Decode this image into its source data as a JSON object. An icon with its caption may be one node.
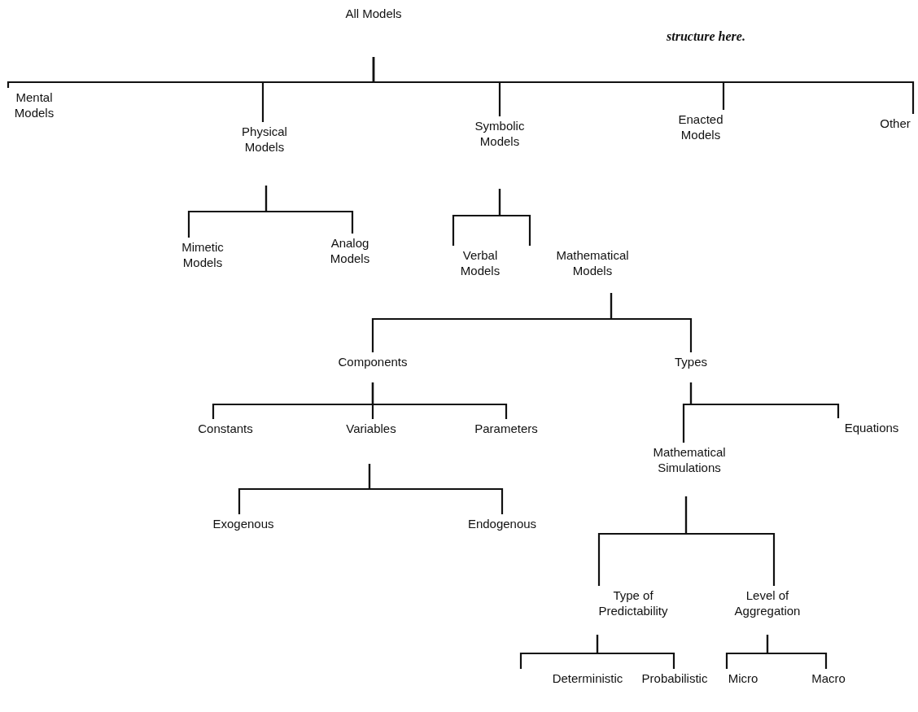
{
  "diagram": {
    "nodes": [
      {
        "text": [
          "All Models"
        ]
      },
      {
        "text": [
          "Mental Models"
        ]
      },
      {
        "text": [
          "Physical Models"
        ]
      },
      {
        "text": [
          "Symbolic Models"
        ]
      },
      {
        "text": [
          "Enacted Models"
        ]
      },
      {
        "text": [
          "Other"
        ]
      },
      {
        "text": [
          "Mimetic Models"
        ]
      },
      {
        "text": [
          "Analog Models"
        ]
      },
      {
        "text": [
          "Verbal Models"
        ]
      },
      {
        "text": [
          "Mathematical Models"
        ]
      },
      {
        "text": [
          "Components"
        ]
      },
      {
        "text": [
          "Types"
        ]
      },
      {
        "text": [
          "Constants"
        ]
      },
      {
        "text": [
          "Variables"
        ]
      },
      {
        "text": [
          "Parameters"
        ]
      },
      {
        "text": [
          "Exogenous"
        ]
      },
      {
        "text": [
          "Endogenous"
        ]
      },
      {
        "text": [
          "Mathematical Simulations"
        ]
      },
      {
        "text": [
          "Equations"
        ]
      },
      {
        "text": [
          "Type of Predictability"
        ]
      },
      {
        "text": [
          "Level of Aggregation"
        ]
      },
      {
        "text": [
          "Deterministic"
        ]
      },
      {
        "text": [
          "Probabilistic"
        ]
      },
      {
        "text": [
          "Micro"
        ]
      },
      {
        "text": [
          "Macro"
        ]
      }
    ],
    "edges": [
      {
        "from": 0,
        "to": 1,
        "arrow": "none"
      },
      {
        "from": 0,
        "to": 2,
        "arrow": "none"
      },
      {
        "from": 0,
        "to": 3,
        "arrow": "none"
      },
      {
        "from": 0,
        "to": 4,
        "arrow": "none"
      },
      {
        "from": 0,
        "to": 5,
        "arrow": "none"
      },
      {
        "from": 2,
        "to": 6,
        "arrow": "none"
      },
      {
        "from": 2,
        "to": 7,
        "arrow": "none"
      },
      {
        "from": 3,
        "to": 8,
        "arrow": "none"
      },
      {
        "from": 3,
        "to": 9,
        "arrow": "none"
      },
      {
        "from": 9,
        "to": 10,
        "arrow": "none"
      },
      {
        "from": 9,
        "to": 11,
        "arrow": "none"
      },
      {
        "from": 10,
        "to": 12,
        "arrow": "none"
      },
      {
        "from": 10,
        "to": 13,
        "arrow": "none"
      },
      {
        "from": 10,
        "to": 14,
        "arrow": "none"
      },
      {
        "from": 13,
        "to": 15,
        "arrow": "none"
      },
      {
        "from": 13,
        "to": 16,
        "arrow": "none"
      },
      {
        "from": 11,
        "to": 17,
        "arrow": "none"
      },
      {
        "from": 11,
        "to": 18,
        "arrow": "none"
      },
      {
        "from": 17,
        "to": 19,
        "arrow": "none"
      },
      {
        "from": 17,
        "to": 20,
        "arrow": "none"
      },
      {
        "from": 19,
        "to": 21,
        "arrow": "none"
      },
      {
        "from": 19,
        "to": 22,
        "arrow": "none"
      },
      {
        "from": 20,
        "to": 23,
        "arrow": "none"
      },
      {
        "from": 20,
        "to": 24,
        "arrow": "none"
      }
    ],
    "labels": [
      "structure here."
    ]
  }
}
